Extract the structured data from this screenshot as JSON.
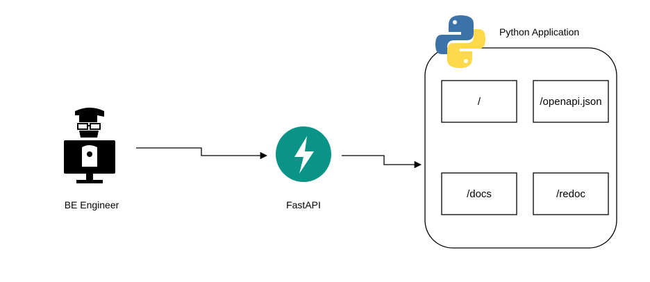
{
  "actors": {
    "engineer": {
      "label": "BE Engineer",
      "icon": "engineer-at-computer-icon"
    },
    "fastapi": {
      "label": "FastAPI",
      "icon": "fastapi-bolt-icon",
      "color": "#0a9488"
    },
    "app": {
      "label": "Python Application",
      "icon": "python-logo-icon",
      "python_blue": "#3b73a8",
      "python_yellow": "#fdd94b"
    }
  },
  "endpoints": [
    {
      "label": "/"
    },
    {
      "label": "/openapi.json"
    },
    {
      "label": "/docs"
    },
    {
      "label": "/redoc"
    }
  ],
  "connections": [
    {
      "from": "BE Engineer",
      "to": "FastAPI"
    },
    {
      "from": "FastAPI",
      "to": "Python Application"
    }
  ]
}
